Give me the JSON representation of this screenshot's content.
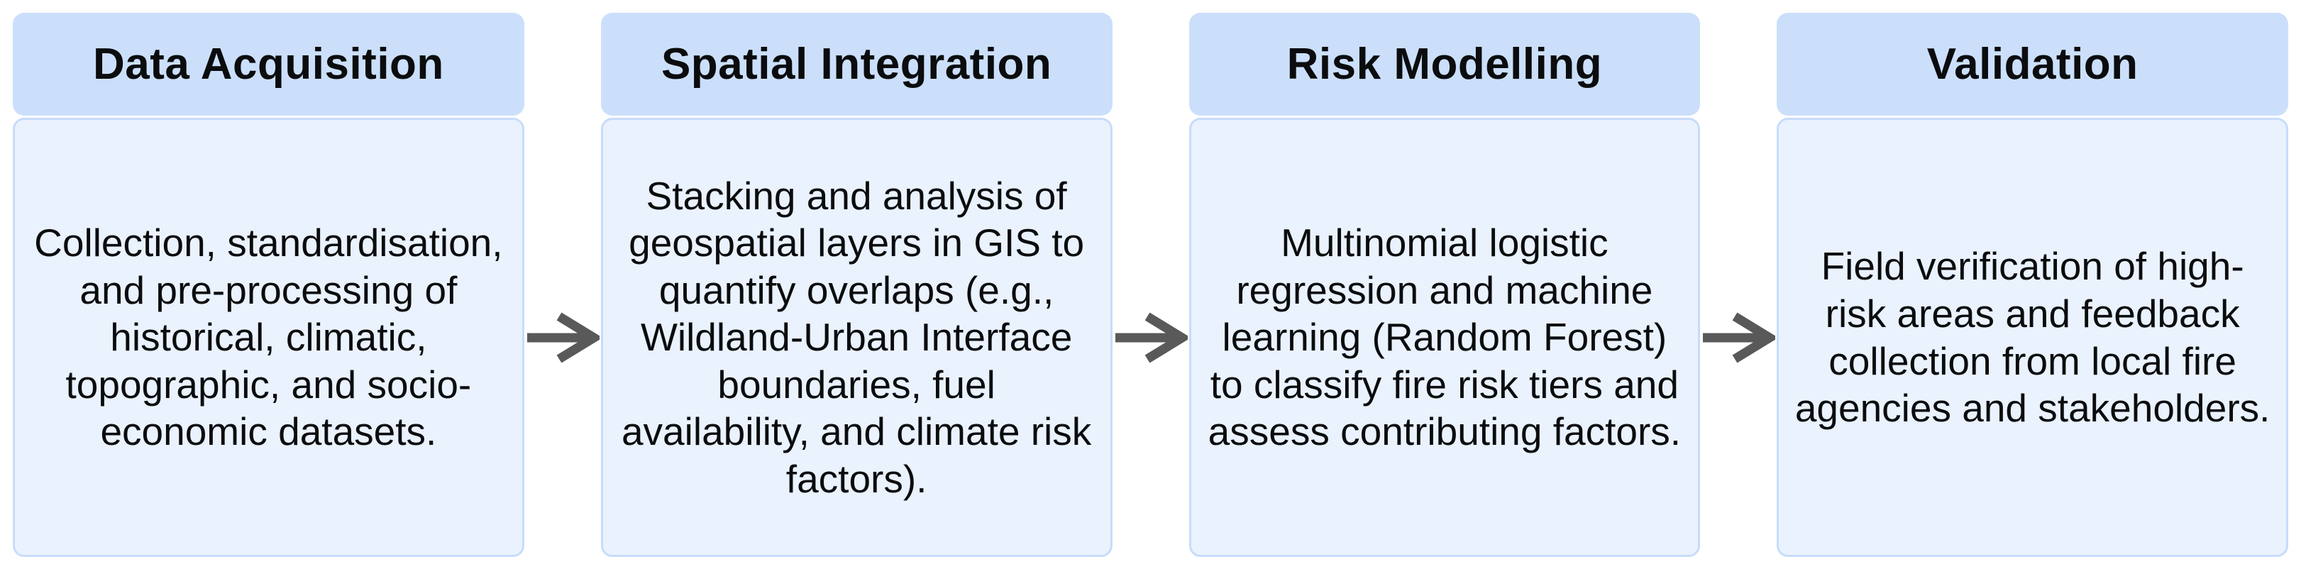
{
  "figure": {
    "type": "process-flow-diagram",
    "direction": "left-to-right",
    "page_bg": "#ffffff",
    "header_fill": "#cbdffb",
    "body_fill": "#eaf2fe",
    "body_border": "#c7dcfa",
    "text_color": "#0b0c0e",
    "arrow_color": "#595959",
    "arrow_glyph": "right-arrow"
  },
  "stages": [
    {
      "title": "Data Acquisition",
      "description": "Collection, standardisation, and pre-processing of historical, climatic, topographic, and socio-economic datasets."
    },
    {
      "title": "Spatial Integration",
      "description": "Stacking and analysis of geospatial layers in GIS to quantify overlaps (e.g., Wildland-Urban Interface boundaries, fuel availability, and climate risk factors)."
    },
    {
      "title": "Risk Modelling",
      "description": "Multinomial logistic regression and machine learning (Random Forest) to classify fire risk tiers and assess contributing factors."
    },
    {
      "title": "Validation",
      "description": "Field verification of high-risk areas and feedback collection from local fire agencies and stakeholders."
    }
  ]
}
